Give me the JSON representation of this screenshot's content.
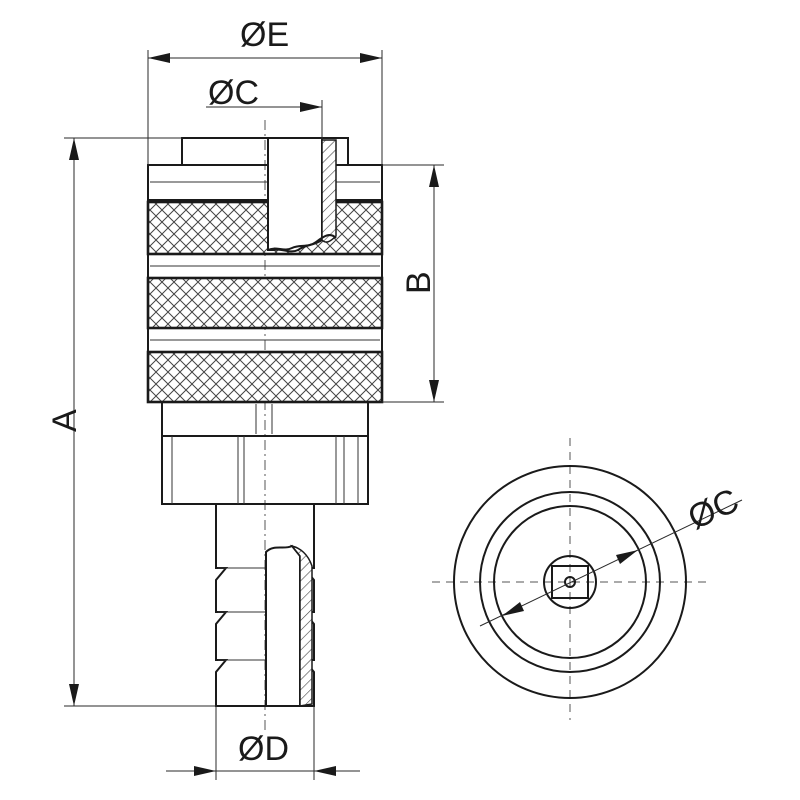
{
  "labels": {
    "dim_e": "ØE",
    "dim_c_top": "ØC",
    "dim_c_end": "ØC",
    "dim_a": "A",
    "dim_b": "B",
    "dim_d": "ØD"
  },
  "colors": {
    "line": "#1a1a1a",
    "background": "#ffffff"
  }
}
